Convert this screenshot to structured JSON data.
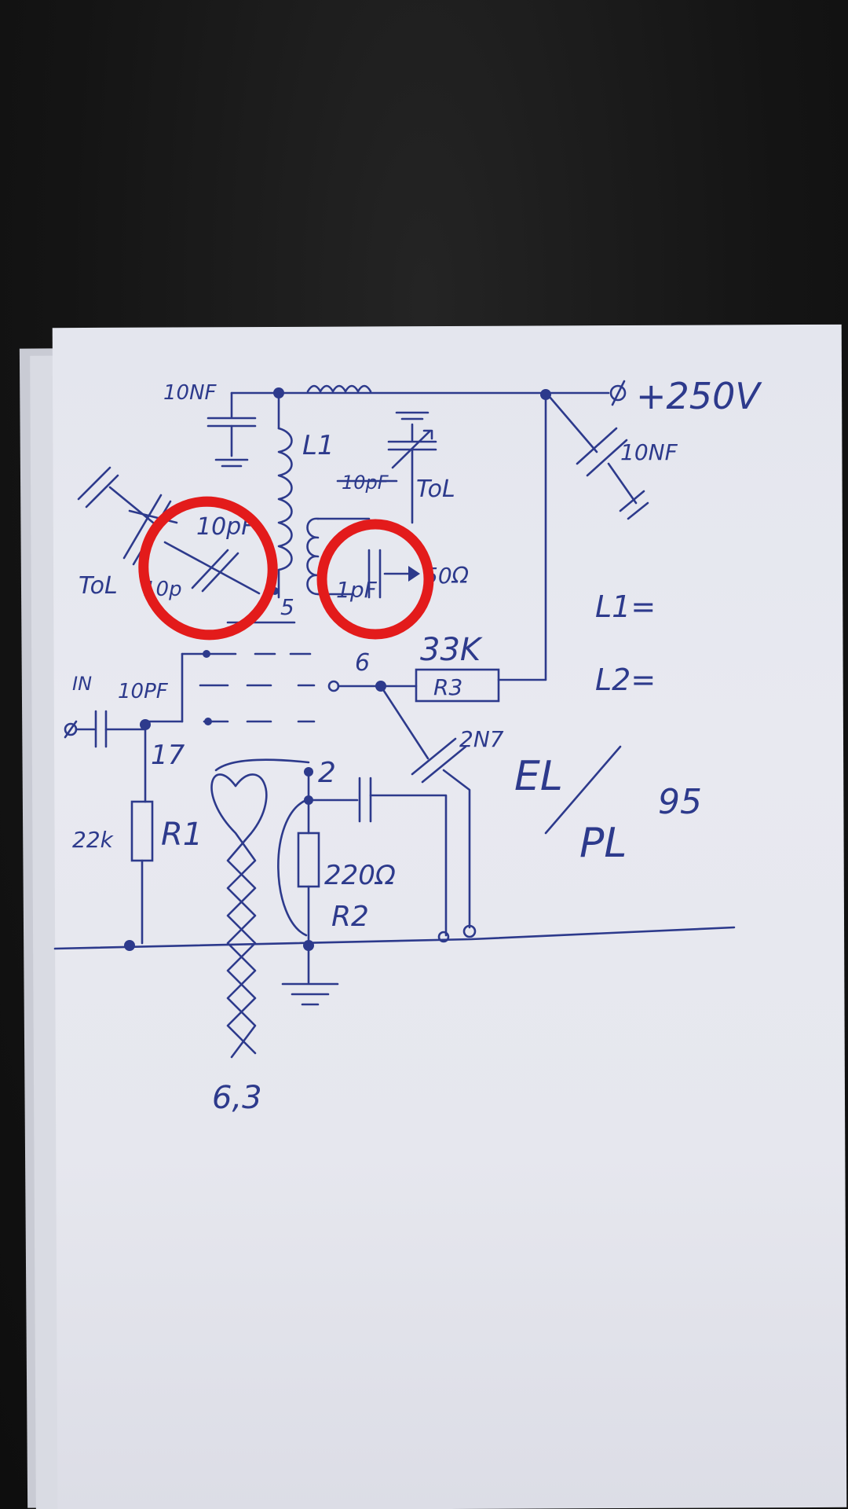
{
  "supply_label": "+250V",
  "labels": {
    "c_top_left": "10NF",
    "l1": "L1",
    "c_top_right_strike": "10pF",
    "tol_right": "ToL",
    "c_right_supply": "10NF",
    "c_circled_left": "10pF",
    "tol_left": "ToL",
    "c_left_tol": "10p",
    "pin5": "5",
    "c_circled_right": "1pF",
    "out_50": "50Ω",
    "l1_eq": "L1=",
    "l2_eq": "L2=",
    "r3_value": "33K",
    "r3": "R3",
    "pin6": "6",
    "in": "IN",
    "c_in": "10PF",
    "pin17": "17",
    "pin2": "2",
    "c_2n7": "2N7",
    "tube_el": "EL",
    "tube_pl": "PL",
    "tube_95": "95",
    "r1_value": "22k",
    "r1": "R1",
    "r2_value": "220Ω",
    "r2": "R2",
    "heater": "6,3"
  },
  "colors": {
    "ink": "#2d3a8c",
    "marker": "#e31b1b",
    "paper": "#e6e7ee",
    "background": "#161616"
  }
}
